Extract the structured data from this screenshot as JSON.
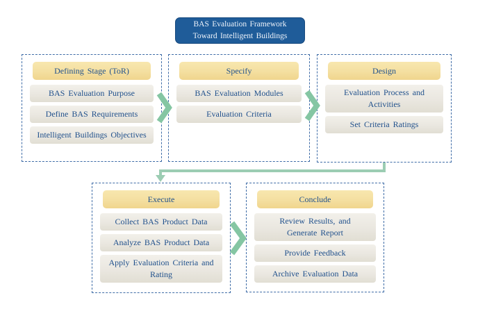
{
  "title": {
    "text": "BAS Evaluation Framework\nToward Intelligent Buildings"
  },
  "stages": [
    {
      "header": "Defining Stage (ToR)",
      "items": [
        "BAS Evaluation Purpose",
        "Define BAS Requirements",
        "Intelligent Buildings Objectives"
      ]
    },
    {
      "header": "Specify",
      "items": [
        "BAS Evaluation Modules",
        "Evaluation Criteria"
      ]
    },
    {
      "header": "Design",
      "items": [
        "Evaluation Process and Activities",
        "Set Criteria Ratings"
      ]
    },
    {
      "header": "Execute",
      "items": [
        "Collect BAS Product Data",
        "Analyze BAS Product Data",
        "Apply Evaluation Criteria and\nRating"
      ]
    },
    {
      "header": "Conclude",
      "items": [
        "Review Results, and\nGenerate Report",
        "Provide Feedback",
        "Archive Evaluation Data"
      ]
    }
  ],
  "icons": {
    "flow_chevron": "chevron-right",
    "design_to_execute_connector": "elbow-arrow-down"
  },
  "colors": {
    "title_bg": "#1f5c99",
    "title_text": "#eef3fa",
    "stage_border": "#3d6ba6",
    "header_bg": "#f4dfa0",
    "item_bg": "#eae7e0",
    "body_text": "#21518c",
    "chevron_green": "#85c6a3",
    "connector_green": "#9ccdb3"
  }
}
